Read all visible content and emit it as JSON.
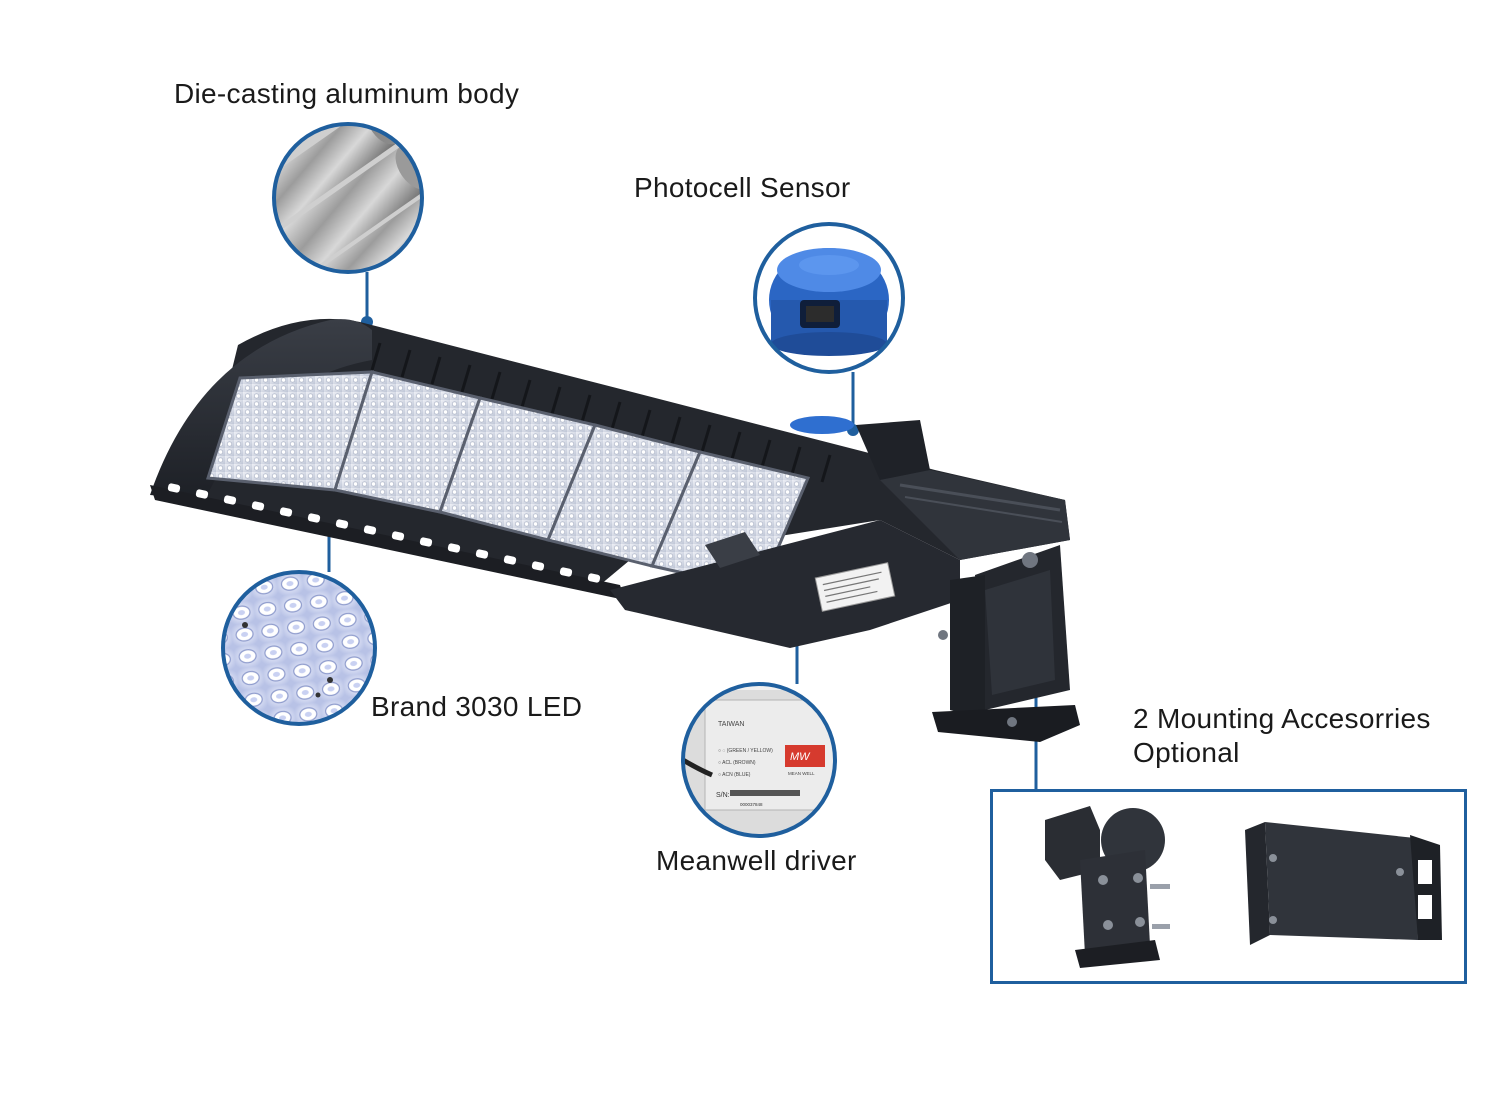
{
  "callouts": {
    "body": "Die-casting aluminum body",
    "photocell": "Photocell Sensor",
    "led": "Brand 3030 LED",
    "driver": "Meanwell driver",
    "mounting_line1": "2 Mounting Accesorries",
    "mounting_line2": "Optional"
  },
  "driver_label": {
    "brand": "TAIWAN",
    "logo": "MW",
    "logo_sub": "MEAN WELL",
    "line1": "○ ◌ (GREEN / YELLOW)",
    "line2": "○ ACL (BROWN)",
    "line3": "○ ACN (BLUE)",
    "serial_label": "S/N:",
    "serial_number": "000037848"
  },
  "colors": {
    "accent_blue": "#1f5f9e",
    "fixture_body": "#2a2d33",
    "photocell_blue": "#2f6fd0",
    "text": "#1a1a1a"
  }
}
